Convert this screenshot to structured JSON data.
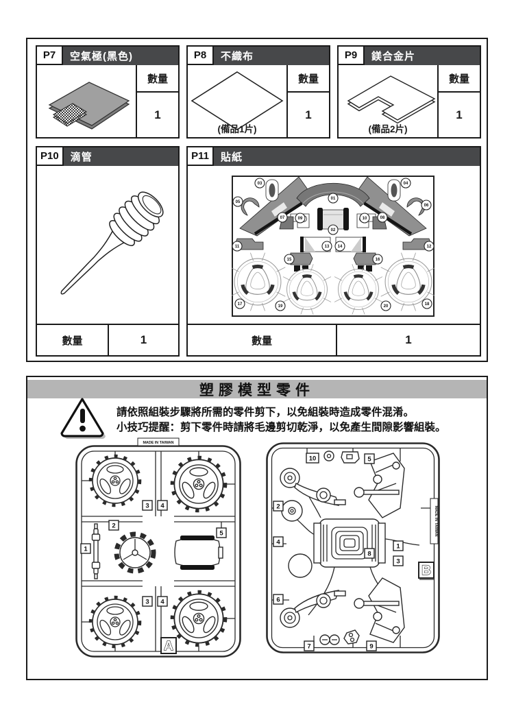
{
  "parts": [
    {
      "id": "P7",
      "name": "空氣極(黑色)",
      "qty_label": "數量",
      "qty": "1",
      "note": ""
    },
    {
      "id": "P8",
      "name": "不織布",
      "qty_label": "數量",
      "qty": "1",
      "note": "(備品1片)"
    },
    {
      "id": "P9",
      "name": "鎂合金片",
      "qty_label": "數量",
      "qty": "1",
      "note": "(備品2片)"
    },
    {
      "id": "P10",
      "name": "滴管",
      "qty_label": "數量",
      "qty": "1"
    },
    {
      "id": "P11",
      "name": "貼紙",
      "qty_label": "數量",
      "qty": "1"
    }
  ],
  "stk": [
    "01",
    "02",
    "03",
    "04",
    "05",
    "06",
    "07",
    "08",
    "09",
    "10",
    "11",
    "12",
    "13",
    "14",
    "15",
    "16",
    "17",
    "18",
    "19",
    "20"
  ],
  "plastic": {
    "title": "塑膠模型零件",
    "warning_line1": "請依照組裝步驟將所需的零件剪下，以免組裝時造成零件混淆。",
    "warning_line2": "小技巧提醒：剪下零件時請將毛邊剪切乾淨，以免產生間隙影響組裝。",
    "made_in": "MADE IN TAIWAN",
    "a_label": "A",
    "b_label": "B"
  },
  "a_nums": [
    "3",
    "4",
    "2",
    "1",
    "5",
    "3",
    "4"
  ],
  "b_nums": [
    "10",
    "5",
    "2",
    "4",
    "6",
    "7",
    "9",
    "8",
    "1",
    "3"
  ],
  "colors": {
    "header_bar": "#47484a",
    "title_bar": "#b5b5b5",
    "line": "#1a1a1a"
  }
}
